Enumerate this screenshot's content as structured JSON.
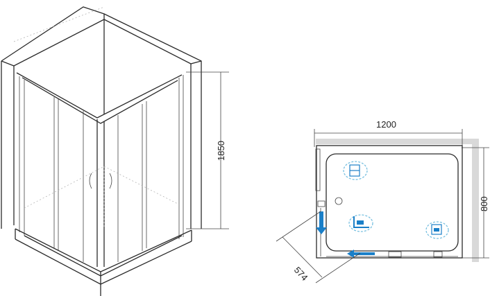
{
  "dimensions": {
    "height": "1850",
    "width": "1200",
    "depth": "800",
    "diagonal_entry": "574"
  },
  "colors": {
    "line": "#2a2a2a",
    "wall": "#d9d9d9",
    "accent": "#1a7fc8",
    "badge": "#78c0e0"
  },
  "icons": [
    "shelf-icon",
    "corner-bracket-icon",
    "soap-dish-icon"
  ]
}
